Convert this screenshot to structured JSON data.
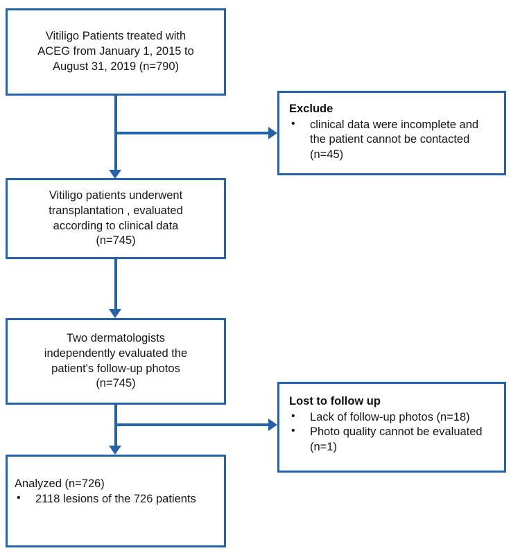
{
  "diagram": {
    "type": "flowchart",
    "accent_color": "#2463a8",
    "text_color": "#161616",
    "background": "#ffffff",
    "nodes": {
      "enrolled": {
        "text": "Vitiligo Patients treated with\nACEG from January 1, 2015 to\nAugust 31, 2019 (n=790)"
      },
      "transplant": {
        "text": "Vitiligo patients underwent\ntransplantation , evaluated\naccording to clinical data\n(n=745)"
      },
      "evaluated": {
        "text": "Two dermatologists\nindependently evaluated the\npatient's follow-up photos\n(n=745)"
      },
      "analyzed": {
        "title": "Analyzed (n=726)",
        "bullets": [
          "2118 lesions of the 726 patients"
        ]
      },
      "exclude": {
        "title": "Exclude",
        "bullets": [
          "clinical data were incomplete and the patient cannot be contacted (n=45)"
        ]
      },
      "lost": {
        "title": "Lost to follow up",
        "bullets": [
          "Lack of follow-up photos (n=18)",
          "Photo quality cannot be evaluated (n=1)"
        ]
      }
    },
    "bullet_glyph": "•"
  }
}
